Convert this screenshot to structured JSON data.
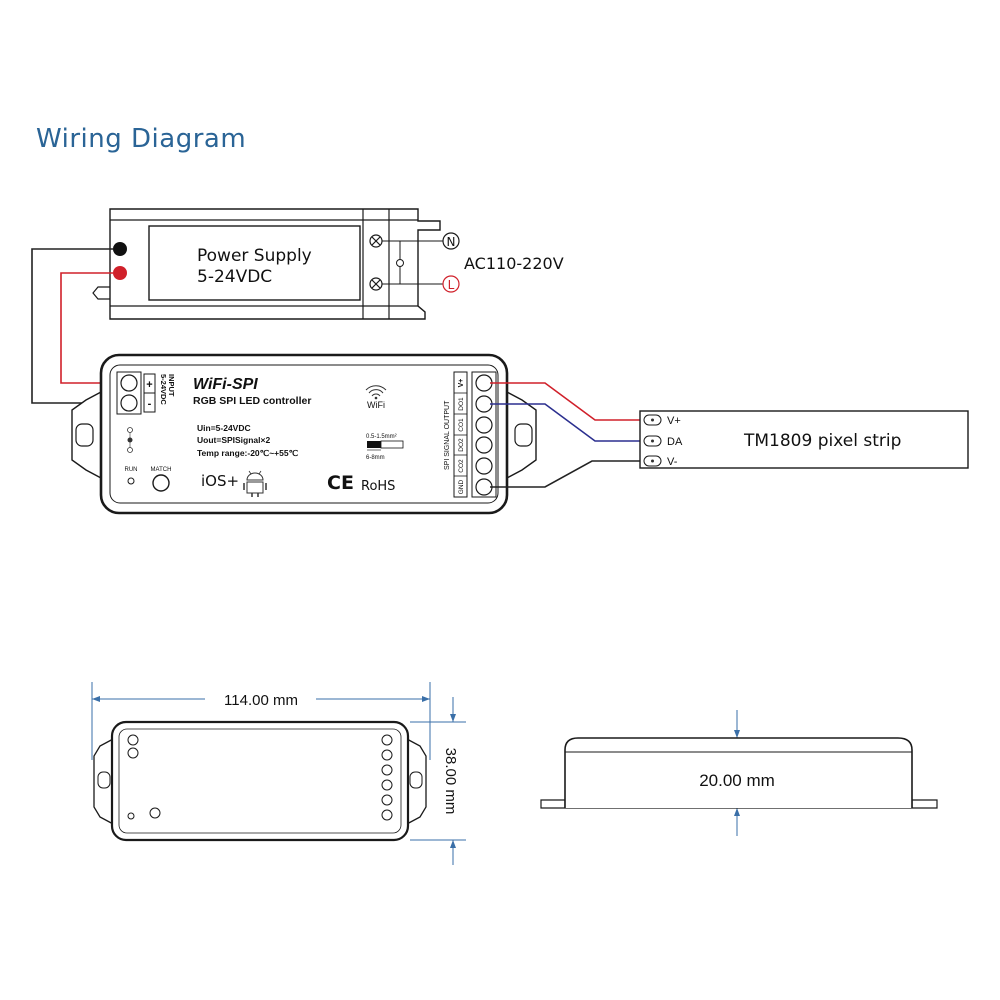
{
  "title": "Wiring Diagram",
  "power_supply": {
    "line1": "Power Supply",
    "line2": "5-24VDC",
    "n_label": "N",
    "l_label": "L",
    "ac_label": "AC110-220V"
  },
  "controller": {
    "brand": "WiFi-SPI",
    "subtitle": "RGB SPI LED controller",
    "wifi_text": "WiFi",
    "input_label1": "INPUT",
    "input_label2": "5-24VDC",
    "plus": "+",
    "minus": "-",
    "spec1": "Uin=5-24VDC",
    "spec2": "Uout=SPISignal×2",
    "spec3": "Temp range:-20℃~+55℃",
    "wire_gauge": "0.5-1.5mm²",
    "strip_len": "6-8mm",
    "run": "RUN",
    "match": "MATCH",
    "ios": "iOS+",
    "ce": "CE",
    "rohs": "RoHS",
    "output_label": "SPI SIGNAL OUTPUT",
    "terminals": [
      "V+",
      "DO1",
      "CO1",
      "DO2",
      "CO2",
      "GND"
    ]
  },
  "strip": {
    "name": "TM1809 pixel strip",
    "pins": [
      "V+",
      "DA",
      "V-"
    ]
  },
  "dimensions": {
    "length": "114.00 mm",
    "width": "38.00 mm",
    "height": "20.00 mm"
  },
  "colors": {
    "title": "#2a6496",
    "red_wire": "#d0202a",
    "blue_wire": "#2b2f8f",
    "black_wire": "#222222",
    "outline": "#1a1a1a"
  }
}
